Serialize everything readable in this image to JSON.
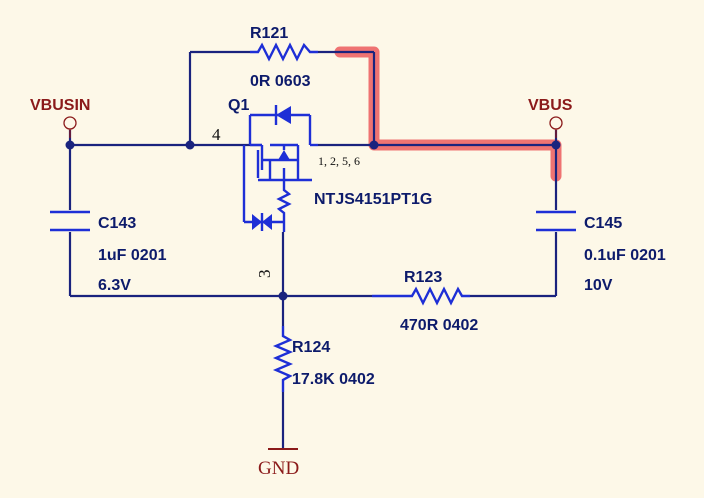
{
  "nets": {
    "vbusin": "VBUSIN",
    "vbus": "VBUS",
    "gnd": "GND"
  },
  "components": {
    "r121": {
      "ref": "R121",
      "value": "0R 0603"
    },
    "q1": {
      "ref": "Q1",
      "part": "NTJS4151PT1G",
      "pin_gate": "4",
      "pin_drain": "1, 2, 5, 6",
      "pin_source": "3"
    },
    "c143": {
      "ref": "C143",
      "value": "1uF 0201",
      "voltage": "6.3V"
    },
    "c145": {
      "ref": "C145",
      "value": "0.1uF 0201",
      "voltage": "10V"
    },
    "r123": {
      "ref": "R123",
      "value": "470R 0402"
    },
    "r124": {
      "ref": "R124",
      "value": "17.8K 0402"
    }
  },
  "colors": {
    "wire": "#1a237e",
    "component": "#1e2fd6",
    "highlight": "#ee6b6b",
    "net_label": "#8b1a1a",
    "background": "#fdf8e8"
  }
}
